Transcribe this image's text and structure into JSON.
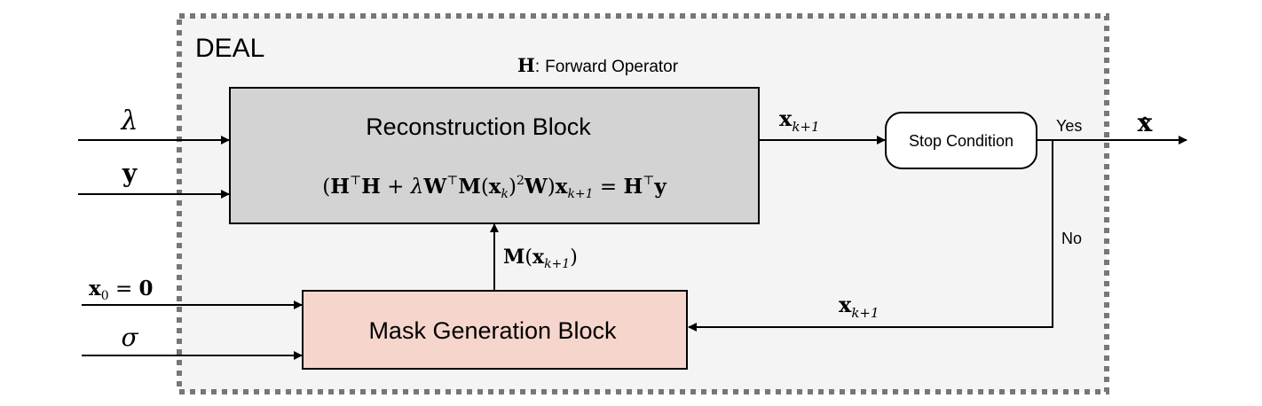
{
  "frame": {
    "title": "DEAL"
  },
  "forward_operator": {
    "symbol": "H",
    "colon": ":",
    "label": "Forward Operator"
  },
  "reconstruction_block": {
    "title": "Reconstruction Block",
    "equation": {
      "lparen": "(",
      "HT": "H",
      "sup_T1": "⊤",
      "H2": "H",
      "plus": " + ",
      "lambda": "λ",
      "W1": "W",
      "sup_T2": "⊤",
      "M": "M",
      "xk_open": "(",
      "x": "x",
      "sub_k": "k",
      "xk_close": ")",
      "sup_2": "2",
      "W2": "W",
      "rparen": ")",
      "x_next": "x",
      "sub_k1": "k+1",
      "equals": " = ",
      "H3": "H",
      "sup_T3": "⊤",
      "y": "y"
    },
    "fill": "#d3d3d3"
  },
  "mask_block": {
    "title": "Mask Generation Block",
    "fill": "#f6d6cc"
  },
  "stop_condition": {
    "label": "Stop Condition"
  },
  "inputs": {
    "lambda": "λ",
    "y": "y",
    "x0": {
      "x": "x",
      "sub": "0",
      "eq": " = ",
      "zero": "0"
    },
    "sigma": "σ"
  },
  "signals": {
    "x_next_top": {
      "x": "x",
      "sub": "k+1"
    },
    "x_next_bottom": {
      "x": "x",
      "sub": "k+1"
    },
    "mask_feedback": {
      "M": "M",
      "open": "(",
      "x": "x",
      "sub": "k+1",
      "close": ")"
    }
  },
  "branches": {
    "yes": "Yes",
    "no": "No"
  },
  "output": {
    "symbol": "x",
    "hat": "^"
  }
}
